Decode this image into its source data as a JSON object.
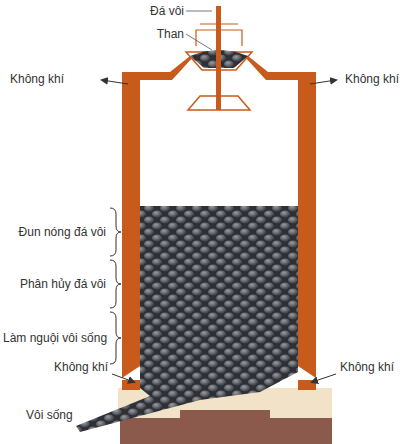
{
  "diagram": {
    "labels": [
      "Đá vôi",
      "Than",
      "Không khí",
      "Không khí",
      "Đun nóng đá vôi",
      "Phân hủy đá vôi",
      "Làm nguội vôi sống",
      "Không khí",
      "Không khí",
      "Vôi sống"
    ]
  }
}
